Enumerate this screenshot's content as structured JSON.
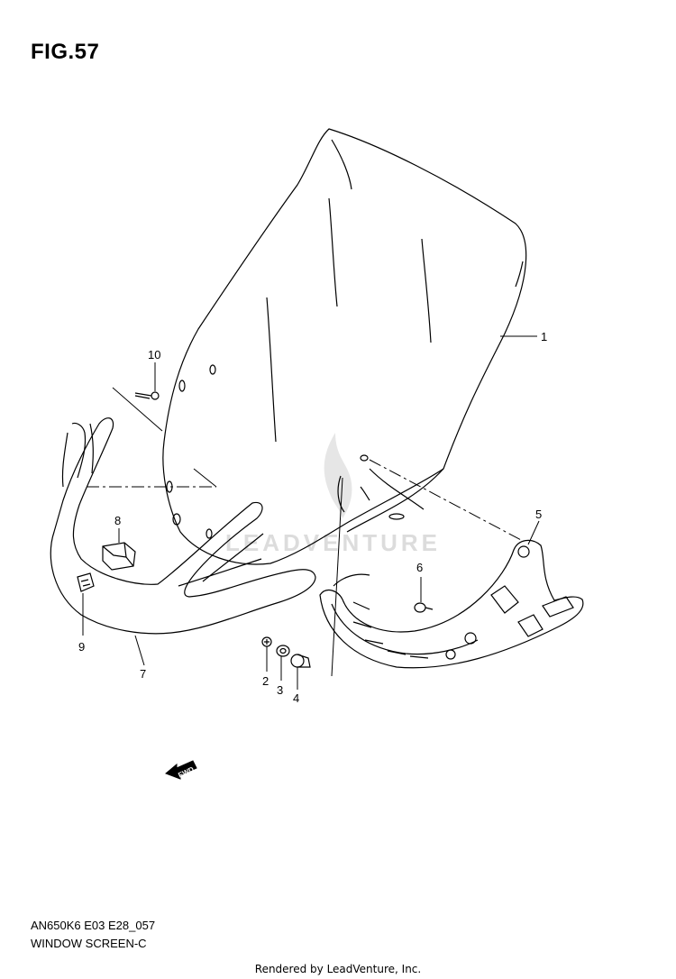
{
  "figure": {
    "title": "FIG.57"
  },
  "callouts": [
    {
      "id": "1",
      "label": "1"
    },
    {
      "id": "2",
      "label": "2"
    },
    {
      "id": "3",
      "label": "3"
    },
    {
      "id": "4",
      "label": "4"
    },
    {
      "id": "5",
      "label": "5"
    },
    {
      "id": "6",
      "label": "6"
    },
    {
      "id": "7",
      "label": "7"
    },
    {
      "id": "8",
      "label": "8"
    },
    {
      "id": "9",
      "label": "9"
    },
    {
      "id": "10",
      "label": "10"
    }
  ],
  "fwd_arrow": {
    "label": "FWD"
  },
  "watermark": {
    "text": "LEADVENTURE"
  },
  "footer": {
    "model_code": "AN650K6 E03 E28_057",
    "section_name": "WINDOW SCREEN-C",
    "rendered_by": "Rendered by LeadVenture, Inc."
  },
  "colors": {
    "line": "#000000",
    "watermark": "#dcdcdc",
    "background": "#ffffff"
  }
}
